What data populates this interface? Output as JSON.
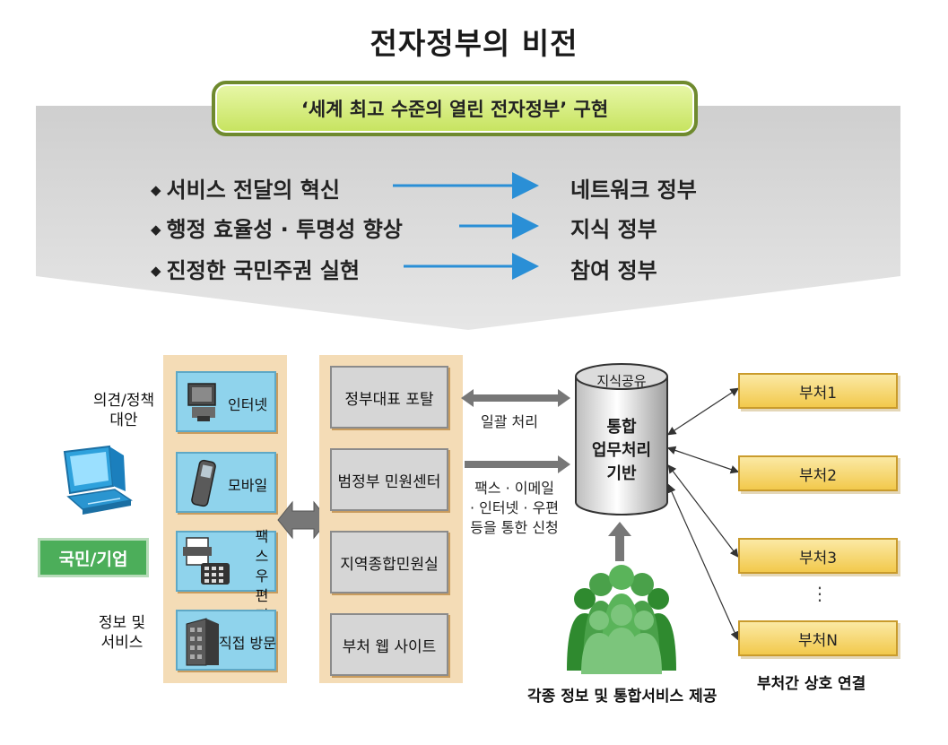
{
  "title": "전자정부의 비전",
  "goal": "‘세계 최고 수준의 열린 전자정부’ 구현",
  "vision_rows": [
    {
      "label": "서비스 전달의 혁신",
      "target": "네트워크 정부"
    },
    {
      "label": "행정 효율성 · 투명성 향상",
      "target": "지식 정부"
    },
    {
      "label": "진정한 국민주권 실현",
      "target": "참여 정부"
    }
  ],
  "left": {
    "opinion_label": "의견/정책\n대안",
    "citizen_label": "국민/기업",
    "info_label": "정보 및\n서비스"
  },
  "channels": [
    {
      "label": "인터넷",
      "icon": "computer-icon"
    },
    {
      "label": "모바일",
      "icon": "mobile-phone-icon"
    },
    {
      "label": "팩스\n우편\n전화",
      "icon": "fax-phone-icon"
    },
    {
      "label": "직접 방문",
      "icon": "building-icon"
    }
  ],
  "services": [
    "정부대표 포탈",
    "범정부 민원센터",
    "지역종합민원실",
    "부처 웹 사이트"
  ],
  "arrow_notes": {
    "batch": "일괄 처리",
    "request": "팩스 · 이메일\n· 인터넷 · 우편\n등을 통한 신청"
  },
  "platform": {
    "top_label": "지식공유",
    "body_label": "통합\n업무처리\n기반"
  },
  "provide_label": "각종 정보 및 통합서비스 제공",
  "departments": [
    "부처1",
    "부처2",
    "부처3",
    "부처N"
  ],
  "dept_ellipsis": "⋮",
  "dept_caption": "부처간 상호 연결",
  "colors": {
    "goal_pill": "#c6e35e",
    "channel_box": "#8fd3ec",
    "service_box": "#d6d6d6",
    "column_bg": "#f4dcb6",
    "citizen_box": "#4cae5a",
    "dept_box": "#f2c94c",
    "arrow_blue": "#2a8fd6"
  }
}
